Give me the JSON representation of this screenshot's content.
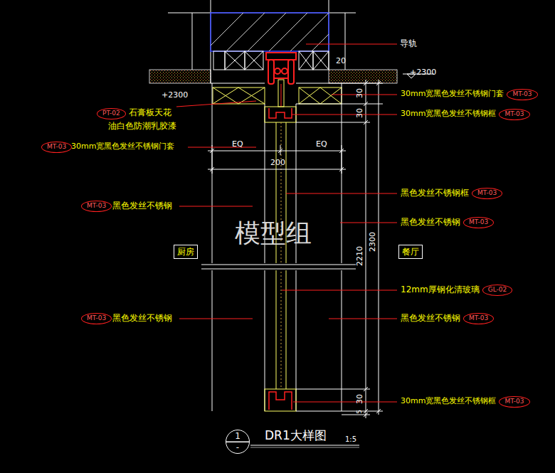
{
  "diagram": {
    "title": "DR1大样图",
    "nodes": [
      {
        "text": [
          "MT-03"
        ]
      },
      {
        "text": [
          "PT-02"
        ]
      },
      {
        "text": [
          "MT-03"
        ]
      },
      {
        "text": [
          "MT-03"
        ]
      },
      {
        "text": [
          "MT-03"
        ]
      },
      {
        "text": [
          "MT-03"
        ]
      },
      {
        "text": [
          "MT-03"
        ]
      },
      {
        "text": [
          "厨房"
        ]
      },
      {
        "text": [
          "餐厅"
        ]
      },
      {
        "text": [
          "GL-02"
        ]
      },
      {
        "text": [
          "MT-03"
        ]
      },
      {
        "text": [
          "MT-03"
        ]
      },
      {
        "text": [
          "MT-03"
        ]
      },
      {
        "text": [
          "1",
          "-"
        ]
      }
    ],
    "labels": [
      "导轨",
      "20",
      "+2300",
      "+2300",
      "30",
      "30",
      "30mm宽黑色发丝不锈钢门套",
      "石膏板天花",
      "30mm宽黑色发丝不锈钢框",
      "油白色防潮乳胶漆",
      "30mm宽黑色发丝不锈钢门套",
      "EQ",
      "EQ",
      "200",
      "黑色发丝不锈钢框",
      "黑色发丝不锈钢",
      "黑色发丝不锈钢",
      "模型组",
      "2300",
      "2210",
      "12mm厚钢化清玻璃",
      "黑色发丝不锈钢",
      "黑色发丝不锈钢",
      "30",
      "30mm宽黑色发丝不锈钢框",
      "5",
      "1:5"
    ]
  }
}
